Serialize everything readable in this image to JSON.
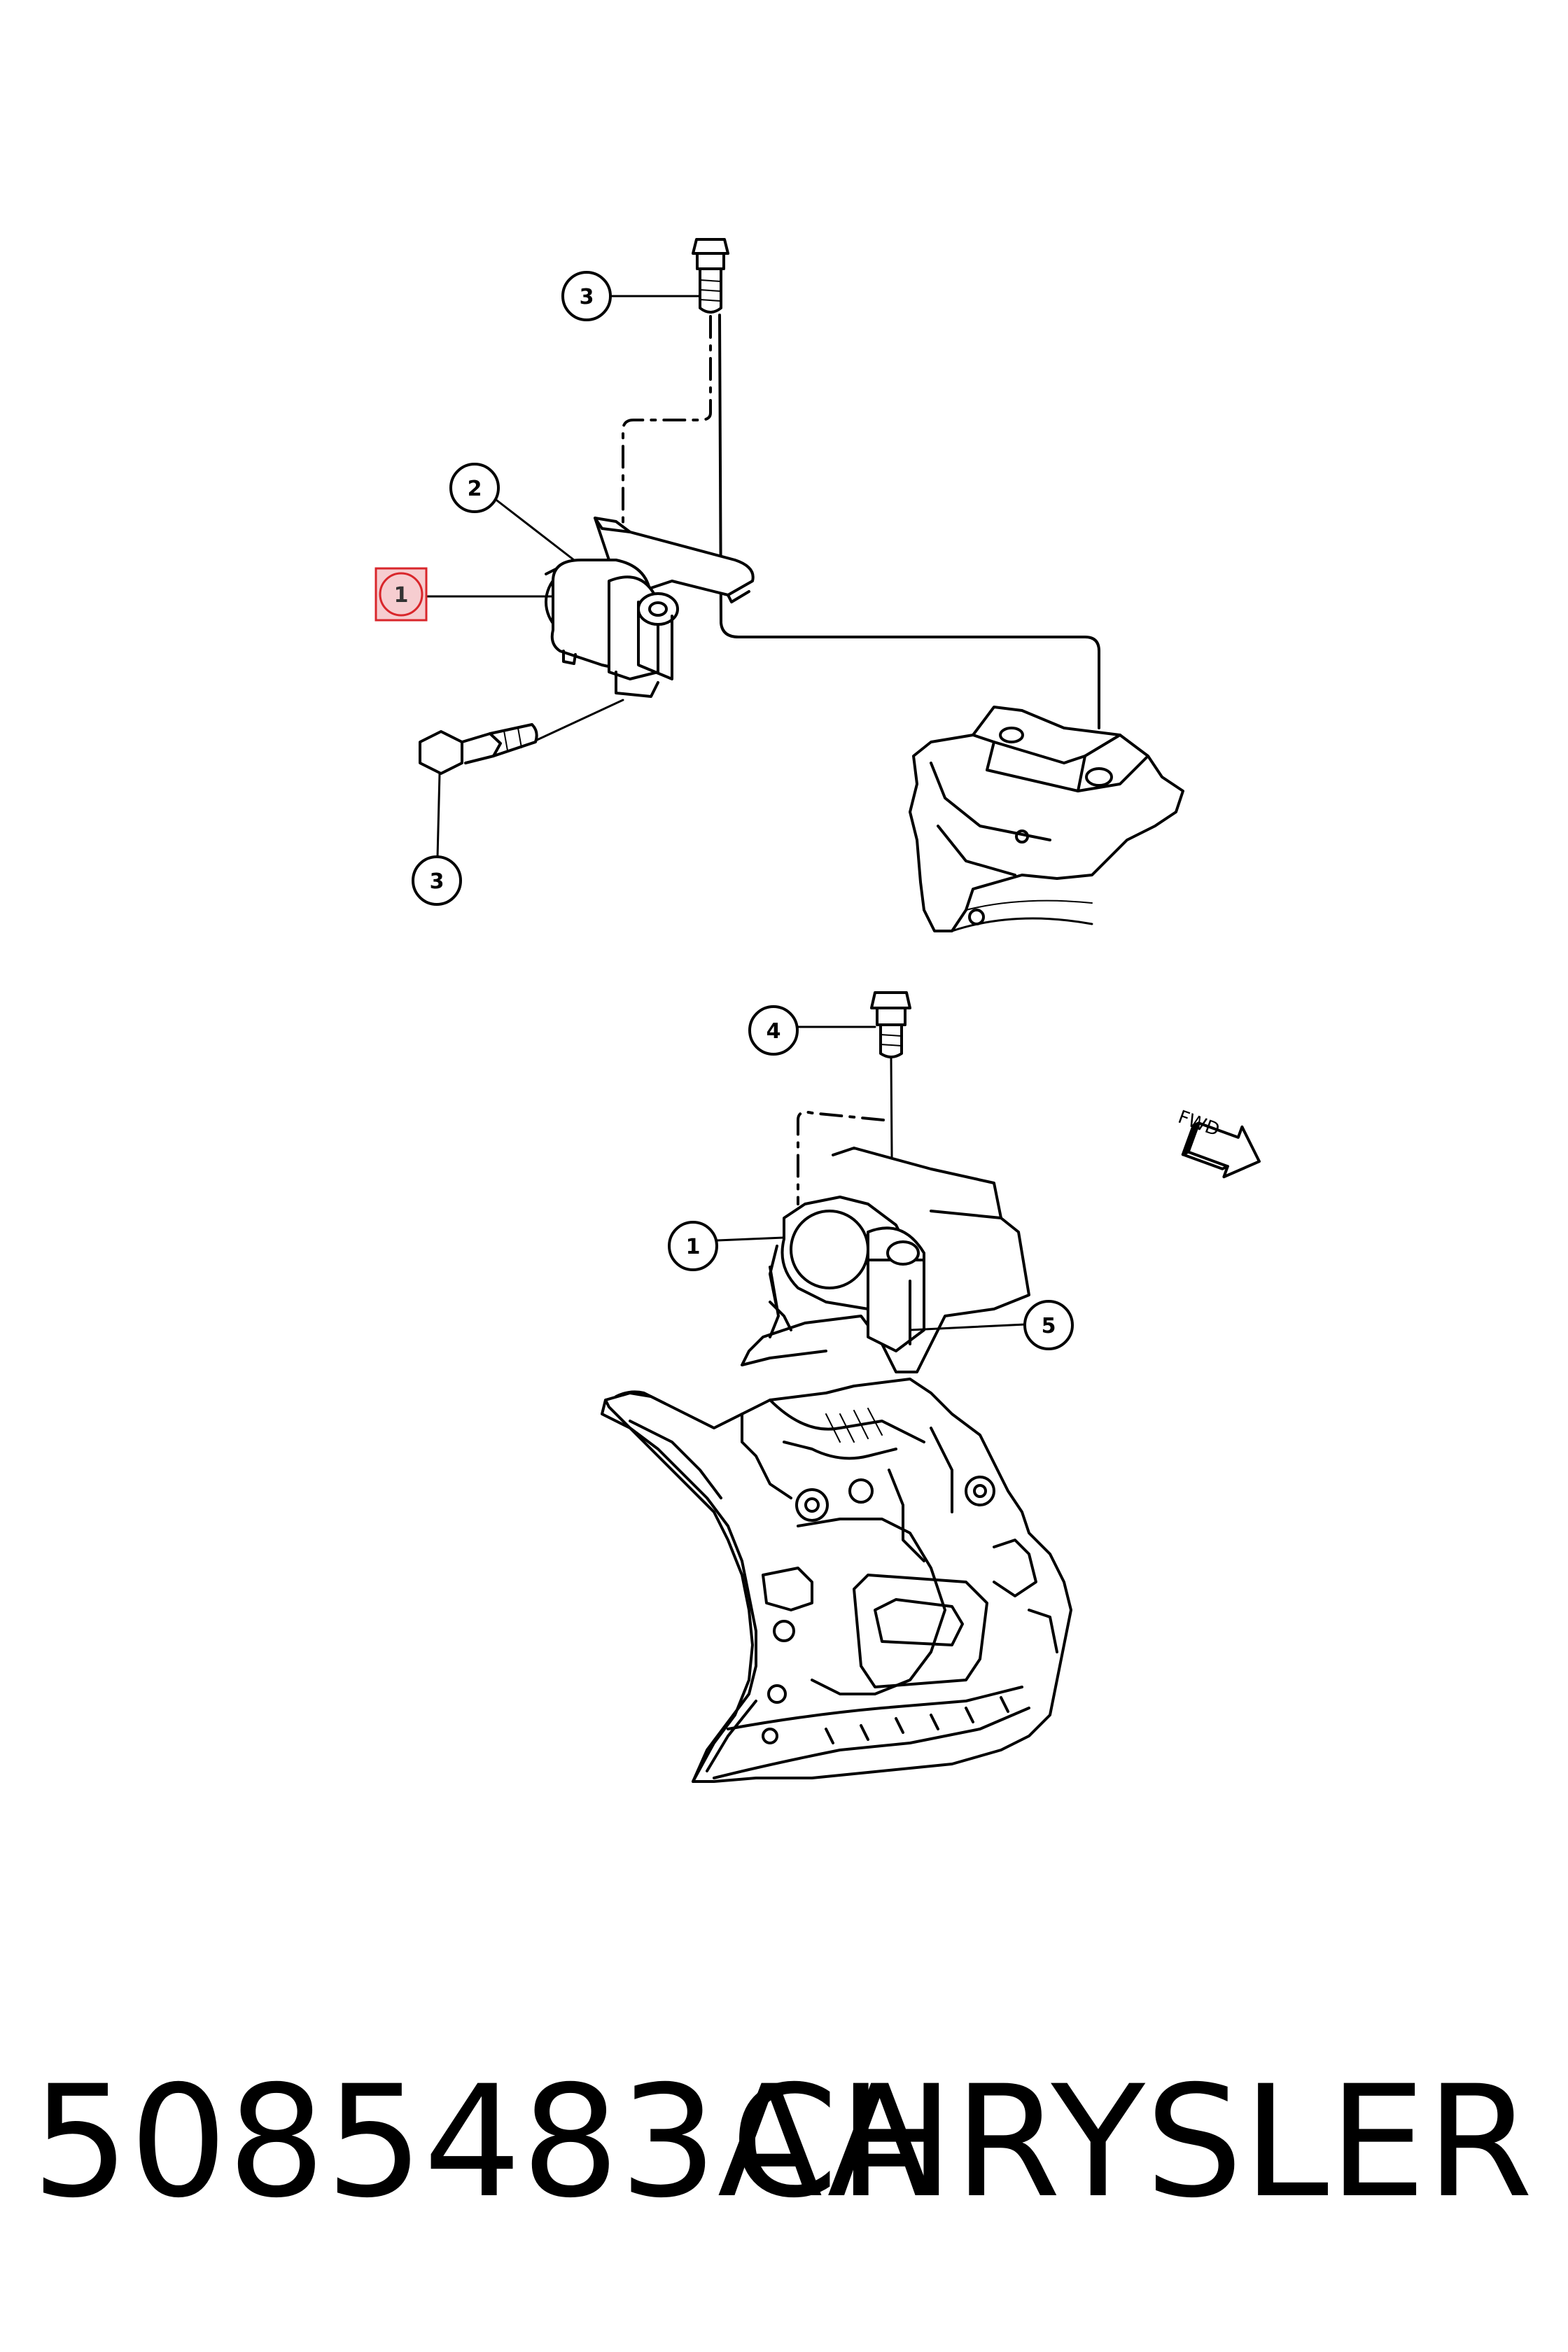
{
  "callouts": {
    "top_bolt": "3",
    "mount_upper": "2",
    "insulator_upper": "1",
    "lower_bolt": "3",
    "stud_bolt": "4",
    "insulator_lower": "1",
    "bracket_lower": "5"
  },
  "direction_label": "FWD",
  "caption": {
    "part_number": "5085483AA",
    "brand": "CHRYSLER"
  },
  "colors": {
    "line": "#000000",
    "highlight": "#d9262b",
    "highlight_fill": "#f6cdd0"
  }
}
